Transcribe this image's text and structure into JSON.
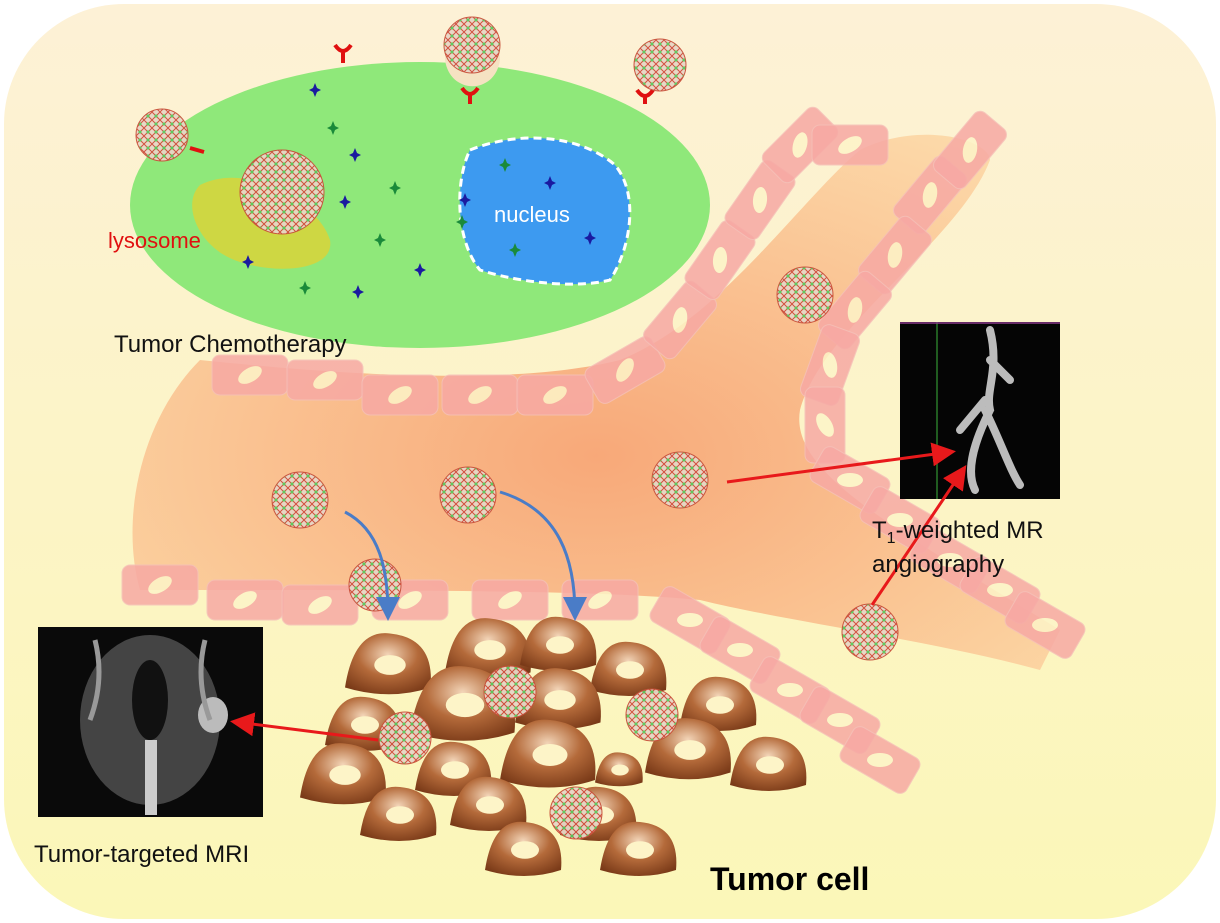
{
  "labels": {
    "lysosome": "lysosome",
    "nucleus": "nucleus",
    "chemotherapy": "Tumor Chemotherapy",
    "angio_t": "T",
    "angio_sub": "1",
    "angio_line1": "-weighted MR",
    "angio_line2": "angiography",
    "mri": "Tumor-targeted MRI",
    "tumor_cell": "Tumor cell"
  },
  "colors": {
    "background": "#fdf6d8",
    "cell": "#8fe87a",
    "nucleus": "#3d9af0",
    "lysosome": "#d9d43a",
    "vessel": "#f8b878",
    "endothelial": "#f7a9a4",
    "tumor": "#a0562c",
    "arrow_red": "#e8191b",
    "arrow_blue": "#4a7cc7"
  }
}
